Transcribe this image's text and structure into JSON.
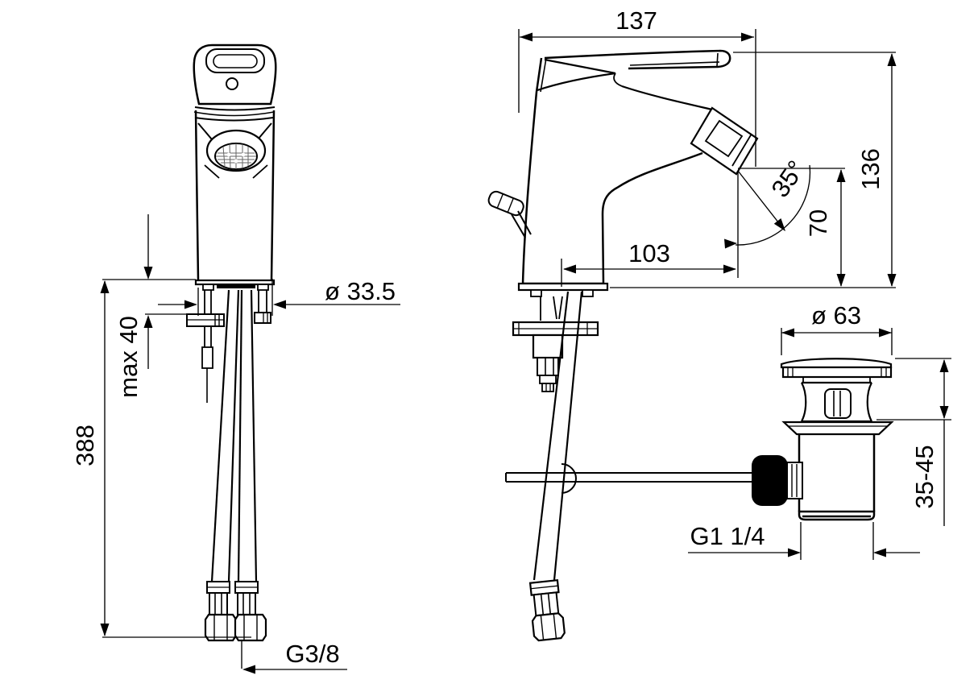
{
  "drawing": {
    "type": "technical-dimension-drawing",
    "subject": "single-lever basin mixer faucet with flexible supply hoses and pop-up waste valve",
    "background_color": "#ffffff",
    "line_color": "#000000",
    "views": [
      {
        "id": "front-view",
        "label": "faucet front view with supply hoses"
      },
      {
        "id": "side-view",
        "label": "faucet side view with mounting hardware and lift rod"
      },
      {
        "id": "waste-view",
        "label": "pop-up waste valve side view"
      }
    ],
    "dimensions": {
      "spout_depth": "137",
      "body_height": "136",
      "spout_angle": "35°",
      "spout_height": "70",
      "spout_reach": "103",
      "deck_hole_diameter": "ø 33.5",
      "max_deck_thickness": "max 40",
      "overall_height": "388",
      "supply_hose_thread": "G3/8",
      "waste_flange_diameter": "ø 63",
      "waste_height_range": "35-45",
      "waste_outlet_thread": "G1 1/4"
    }
  }
}
